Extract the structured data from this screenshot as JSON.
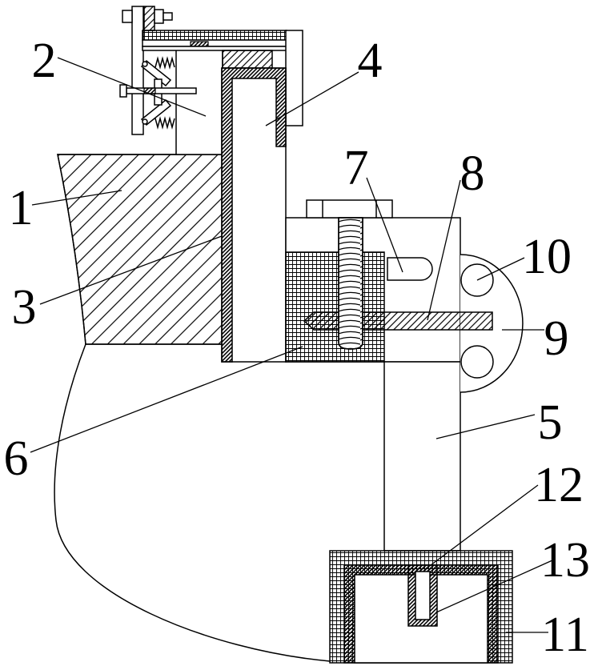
{
  "callouts": {
    "p1": "1",
    "p2": "2",
    "p3": "3",
    "p4": "4",
    "p5": "5",
    "p6": "6",
    "p7": "7",
    "p8": "8",
    "p9": "9",
    "p10": "10",
    "p11": "11",
    "p12": "12",
    "p13": "13"
  },
  "colors": {
    "line": "#000000",
    "background": "#ffffff"
  }
}
